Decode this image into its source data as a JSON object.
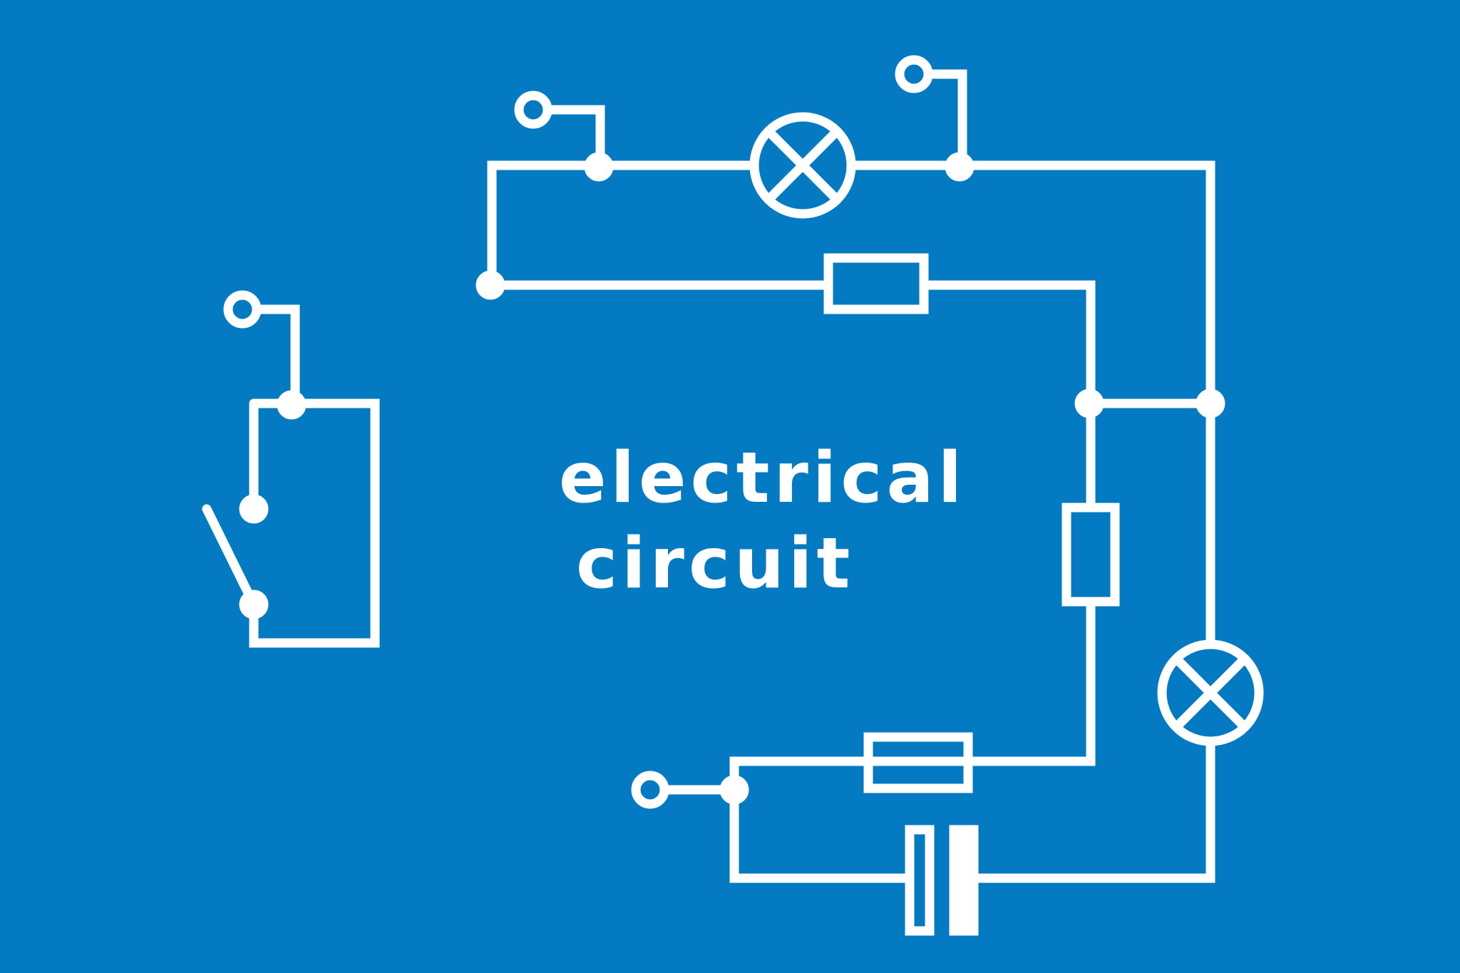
{
  "title": {
    "line1": "electrical",
    "line2": "circuit"
  },
  "colors": {
    "background": "#037ac2",
    "stroke": "#ffffff"
  },
  "symbols": [
    "switch-circuit",
    "lamp-top",
    "lamp-right",
    "resistor-horizontal",
    "resistor-vertical",
    "fuse",
    "capacitor",
    "terminal-open-circle",
    "junction-dot"
  ]
}
